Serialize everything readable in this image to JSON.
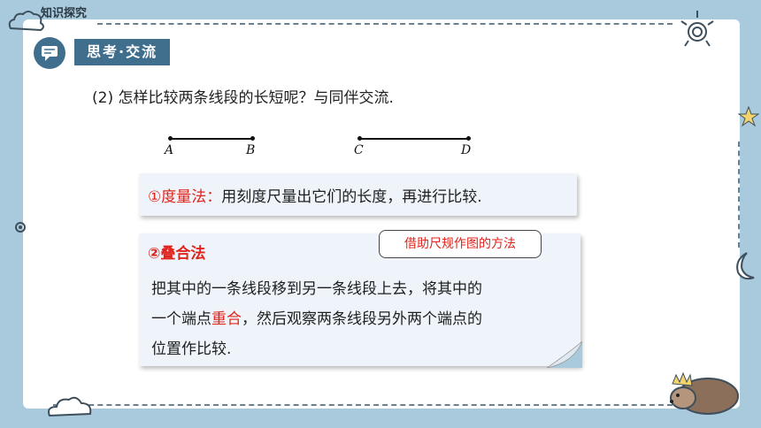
{
  "header": {
    "corner_title": "知识探究",
    "section_badge": "思考·交流"
  },
  "question": "(2) 怎样比较两条线段的长短呢？与同伴交流.",
  "segments": {
    "ab": {
      "start_label": "A",
      "end_label": "B"
    },
    "cd": {
      "start_label": "C",
      "end_label": "D"
    }
  },
  "method1": {
    "title": "①度量法：",
    "text": "用刻度尺量出它们的长度，再进行比较."
  },
  "method2": {
    "title": "②叠合法",
    "callout": "借助尺规作图的方法",
    "line1": "把其中的一条线段移到另一条线段上去，将其中的",
    "line2_a": "一个端点",
    "line2_b": "重合",
    "line2_c": "，然后观察两条线段另外两个端点的",
    "line3": "位置作比较."
  },
  "colors": {
    "background": "#a9c9dc",
    "badge": "#3f6f8c",
    "accent_red": "#e0231b",
    "box_fill": "#eef4fa"
  },
  "icons": {
    "badge_icon": "chat-bubble-icon",
    "decorations": [
      "cloud-icon",
      "sun-spiral-icon",
      "star-icon",
      "moon-icon",
      "hedgehog-icon"
    ]
  }
}
